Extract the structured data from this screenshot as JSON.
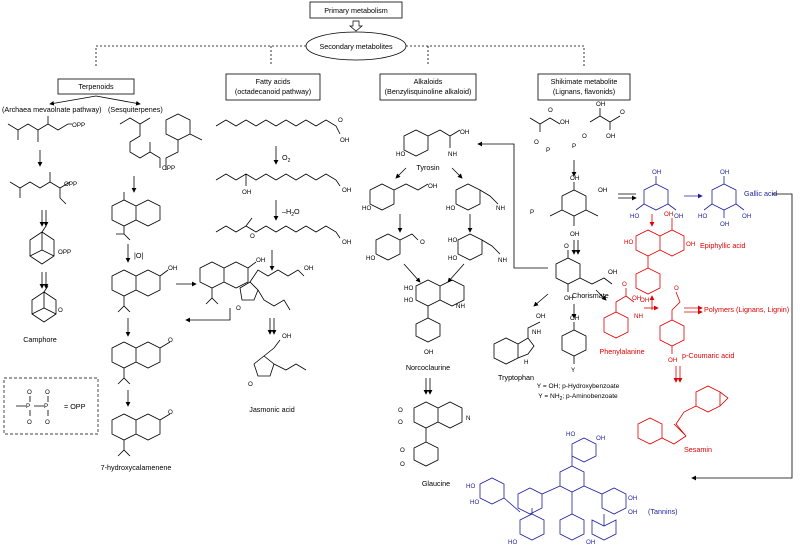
{
  "colors": {
    "black": "#000000",
    "red": "#e00000",
    "blue": "#1f1fa0"
  },
  "top": {
    "primary": "Primary metabolism",
    "secondary": "Secondary metabolites"
  },
  "categories": {
    "terpenoids": "Terpenoids",
    "fatty_l1": "Fatty acids",
    "fatty_l2": "(octadecanoid pathway)",
    "alk_l1": "Alkaloids",
    "alk_l2": "(Benzylisquinoline alkaloid)",
    "shik_l1": "Shikimate metabolite",
    "shik_l2": "(Lignans, flavonids)"
  },
  "terpenoids": {
    "branch_left": "(Archaea mevaolnate pathway)",
    "branch_right": "(Sesquiterpenes)",
    "opp": "OPP",
    "camphore": "Camphore",
    "oxidation": "|O|",
    "hydroxycalamenene": "7-hydroxycalamenene",
    "legend_eq": "= OPP"
  },
  "fatty": {
    "o2": "O",
    "o2_sub": "2",
    "minus_h2o": "–H",
    "minus_h2o_sub": "2",
    "minus_h2o_tail": "O",
    "jasmonic": "Jasmonic acid"
  },
  "alkaloids": {
    "tyrosine": "Tyrosin",
    "norcoclaurine": "Norcoclaurine",
    "glaucine": "Glaucine"
  },
  "shikimate": {
    "chorismate": "Chorismate",
    "tryptophan": "Tryptophan",
    "y_oh": "Y = OH; p-Hydroxybenzoate",
    "y_nh2": "Y = NH",
    "y_nh2_sub": "2",
    "y_nh2_tail": "; p-Aminobenzoate",
    "gallic": "Gallic acid",
    "epiphyllic": "Epiphyllic acid",
    "phenylalanine": "Phenylalanine",
    "coumaric": "p-Coumaric acid",
    "polymers": "Polymers (Lignans, Lignin)",
    "sesamin": "Sesamin",
    "tannins": "(Tannins)"
  }
}
